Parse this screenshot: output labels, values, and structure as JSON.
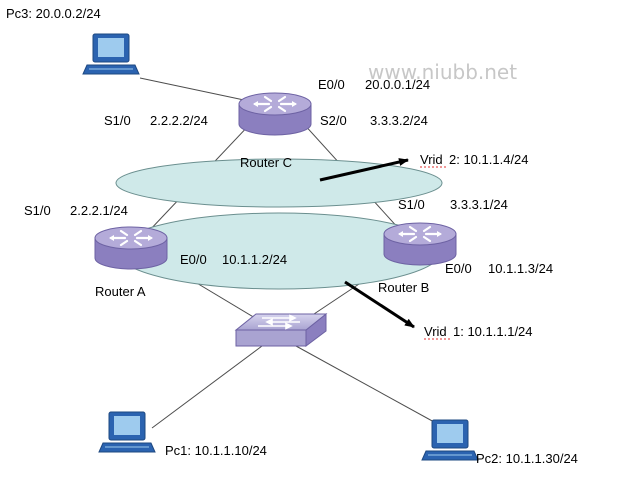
{
  "watermark": "www.niubb.net",
  "routers": {
    "a": {
      "name": "Router A"
    },
    "b": {
      "name": "Router B"
    },
    "c": {
      "name": "Router C"
    }
  },
  "pcs": {
    "pc1": {
      "label": "Pc1: 10.1.1.10/24"
    },
    "pc2": {
      "label": "Pc2: 10.1.1.30/24"
    },
    "pc3": {
      "label": "Pc3:  20.0.0.2/24"
    }
  },
  "interfaces": {
    "c_e0": {
      "name": "E0/0",
      "ip": "20.0.0.1/24"
    },
    "c_s1": {
      "name": "S1/0",
      "ip": "2.2.2.2/24"
    },
    "c_s2": {
      "name": "S2/0",
      "ip": "3.3.3.2/24"
    },
    "a_s1": {
      "name": "S1/0",
      "ip": "2.2.2.1/24"
    },
    "a_e0": {
      "name": "E0/0",
      "ip": "10.1.1.2/24"
    },
    "b_s1": {
      "name": "S1/0",
      "ip": "3.3.3.1/24"
    },
    "b_e0": {
      "name": "E0/0",
      "ip": "10.1.1.3/24"
    }
  },
  "vrid": {
    "vrid1": {
      "name": "Vrid",
      "value": "1: 10.1.1.1/24"
    },
    "vrid2": {
      "name": "Vrid",
      "value": "2: 10.1.1.4/24"
    }
  },
  "colors": {
    "router_body": "#8b7fbf",
    "router_top": "#b4abd9",
    "switch_body": "#c4c0e2",
    "ellipse_fill": "#cfe9e9",
    "pc_color": "#2b63b0",
    "screen": "#9ecbee"
  }
}
